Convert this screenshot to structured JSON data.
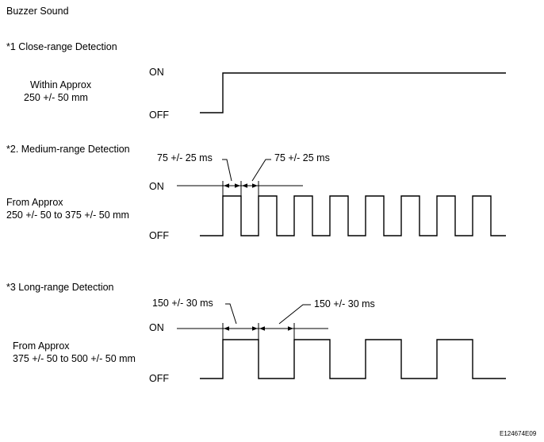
{
  "title": "Buzzer Sound",
  "figure_code": "E124674E09",
  "sections": [
    {
      "heading": "*1  Close-range Detection",
      "range_line1": "Within Approx",
      "range_line2": "250 +/- 50 mm",
      "on_label": "ON",
      "off_label": "OFF"
    },
    {
      "heading": "*2. Medium-range Detection",
      "range_line1": "From Approx",
      "range_line2": "250 +/- 50 to 375 +/- 50 mm",
      "on_label": "ON",
      "off_label": "OFF",
      "on_time_label": "75 +/- 25 ms",
      "off_time_label": "75 +/- 25 ms"
    },
    {
      "heading": "*3  Long-range Detection",
      "range_line1": "From Approx",
      "range_line2": "375 +/- 50 to 500 +/- 50 mm",
      "on_label": "ON",
      "off_label": "OFF",
      "on_time_label": "150 +/- 30 ms",
      "off_time_label": "150 +/- 30 ms"
    }
  ]
}
